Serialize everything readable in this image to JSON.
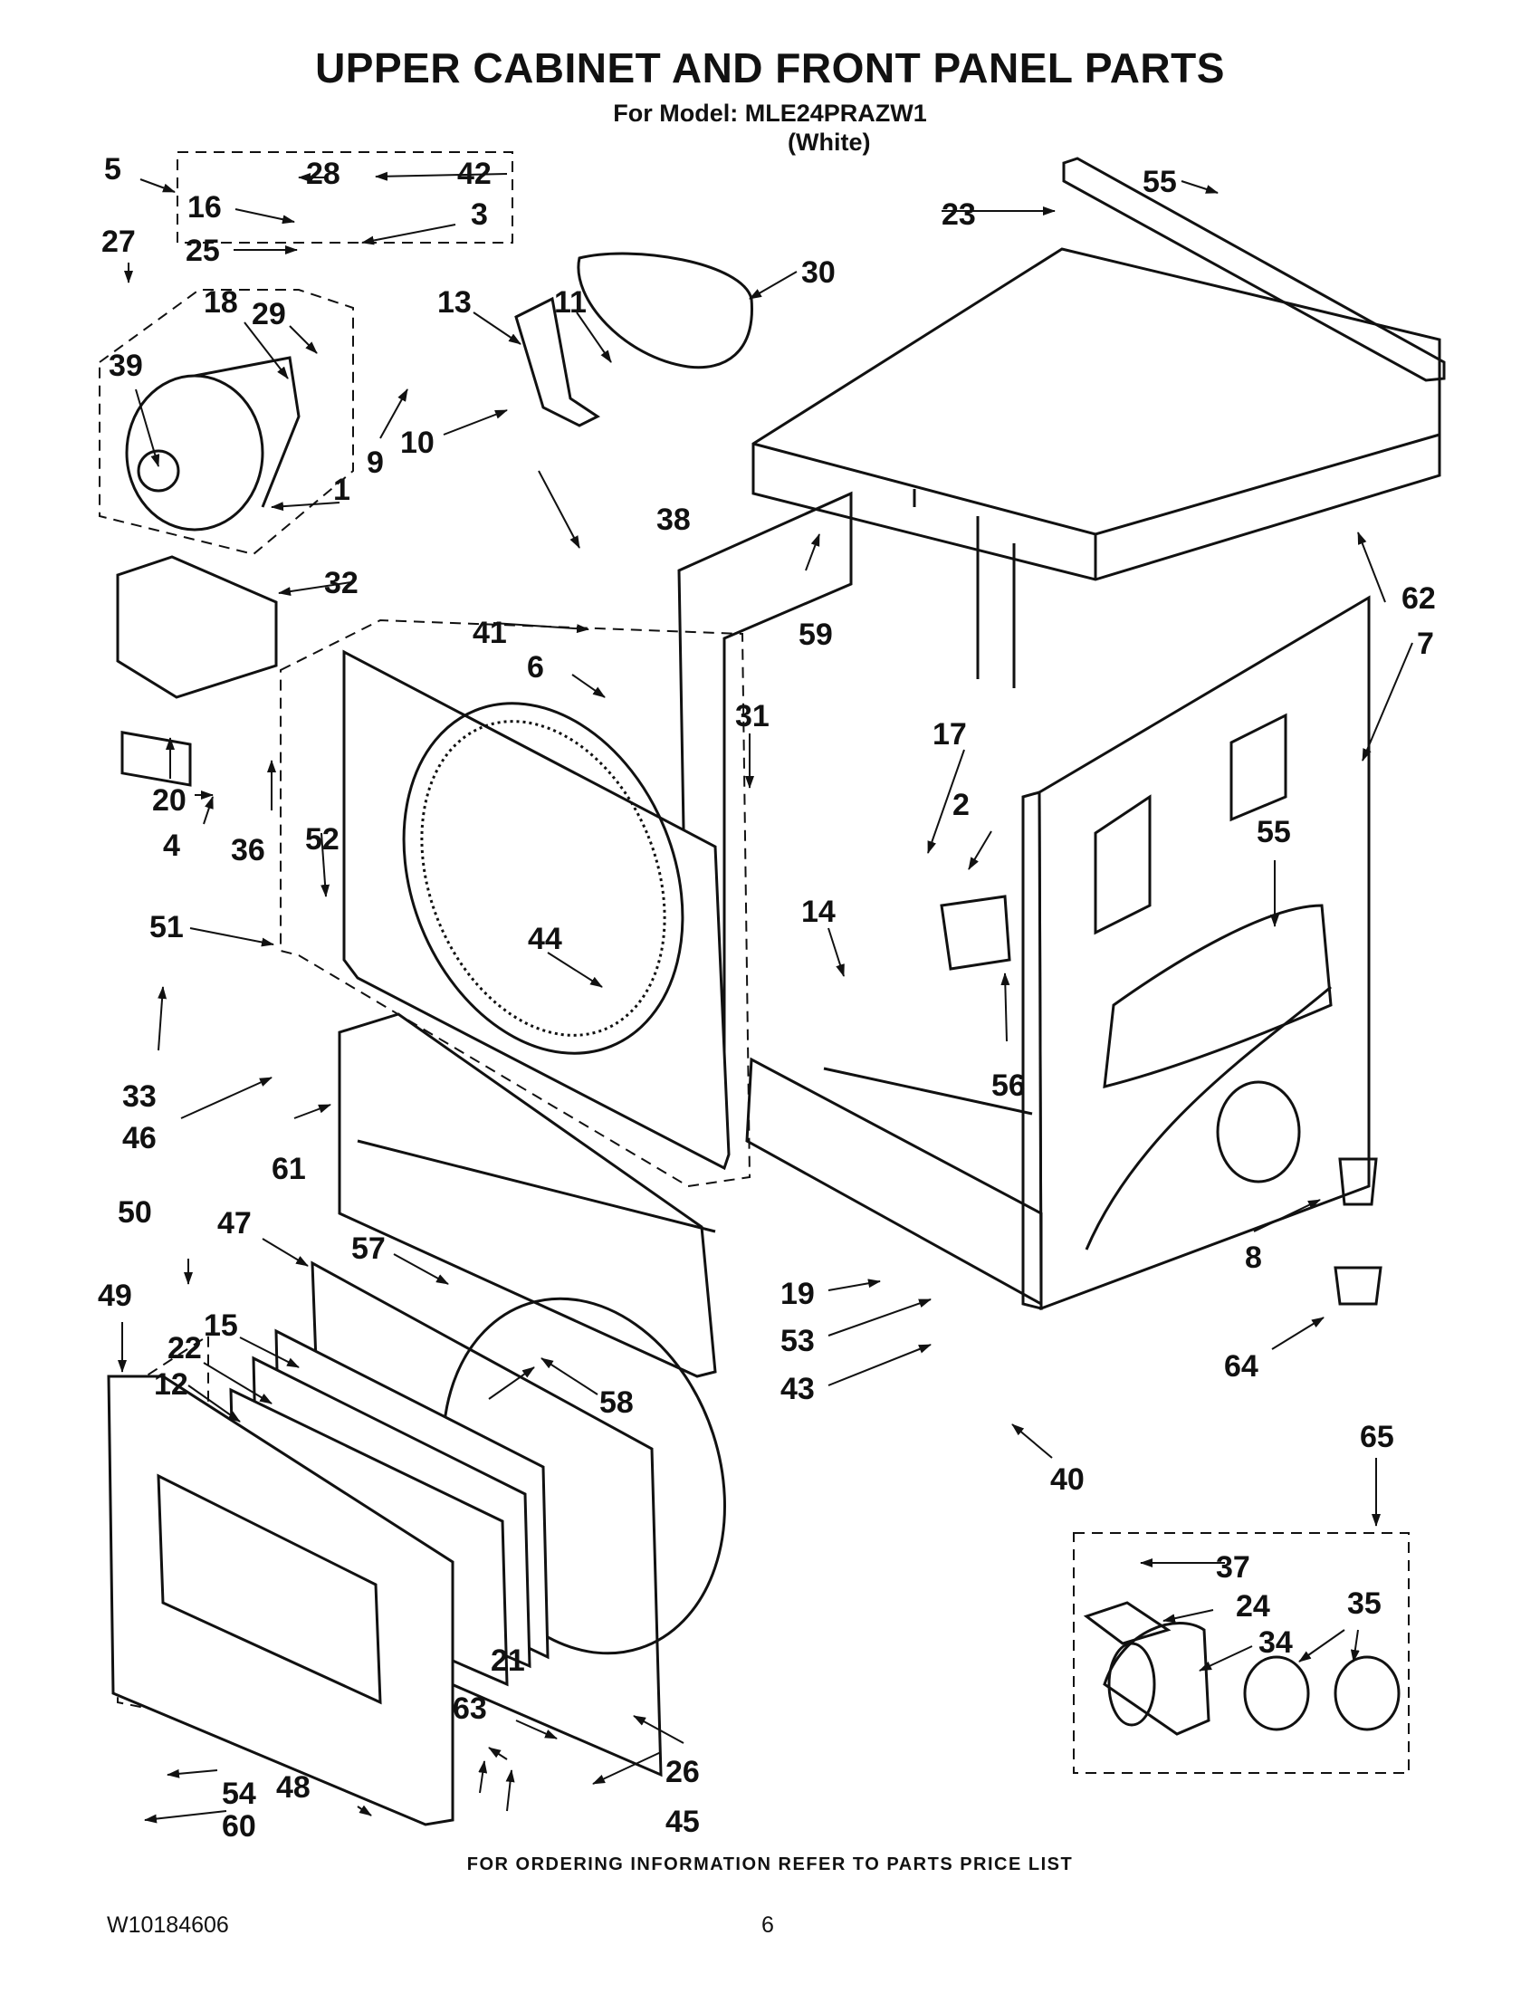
{
  "header": {
    "title": "UPPER CABINET AND FRONT PANEL PARTS",
    "model_line": "For Model: MLE24PRAZW1",
    "color_line": "(White)"
  },
  "callouts": {
    "c1": "1",
    "c2": "2",
    "c3": "3",
    "c4": "4",
    "c5": "5",
    "c6": "6",
    "c7": "7",
    "c8": "8",
    "c9": "9",
    "c10": "10",
    "c11": "11",
    "c12": "12",
    "c13": "13",
    "c14": "14",
    "c15": "15",
    "c16": "16",
    "c17": "17",
    "c18": "18",
    "c19": "19",
    "c20": "20",
    "c21": "21",
    "c22": "22",
    "c23": "23",
    "c24": "24",
    "c25": "25",
    "c26": "26",
    "c27": "27",
    "c28": "28",
    "c29": "29",
    "c30": "30",
    "c31": "31",
    "c32": "32",
    "c33": "33",
    "c34": "34",
    "c35": "35",
    "c36": "36",
    "c37": "37",
    "c38": "38",
    "c39": "39",
    "c40": "40",
    "c41": "41",
    "c42": "42",
    "c43": "43",
    "c44": "44",
    "c45": "45",
    "c46": "46",
    "c47": "47",
    "c48": "48",
    "c49": "49",
    "c50": "50",
    "c51": "51",
    "c52": "52",
    "c53": "53",
    "c54": "54",
    "c55a": "55",
    "c55b": "55",
    "c56": "56",
    "c57": "57",
    "c58": "58",
    "c59": "59",
    "c60": "60",
    "c61": "61",
    "c62": "62",
    "c63": "63",
    "c64": "64",
    "c65": "65"
  },
  "footer": {
    "ordering_note": "FOR ORDERING INFORMATION REFER TO PARTS PRICE LIST",
    "document_id": "W10184606",
    "page_number": "6"
  }
}
